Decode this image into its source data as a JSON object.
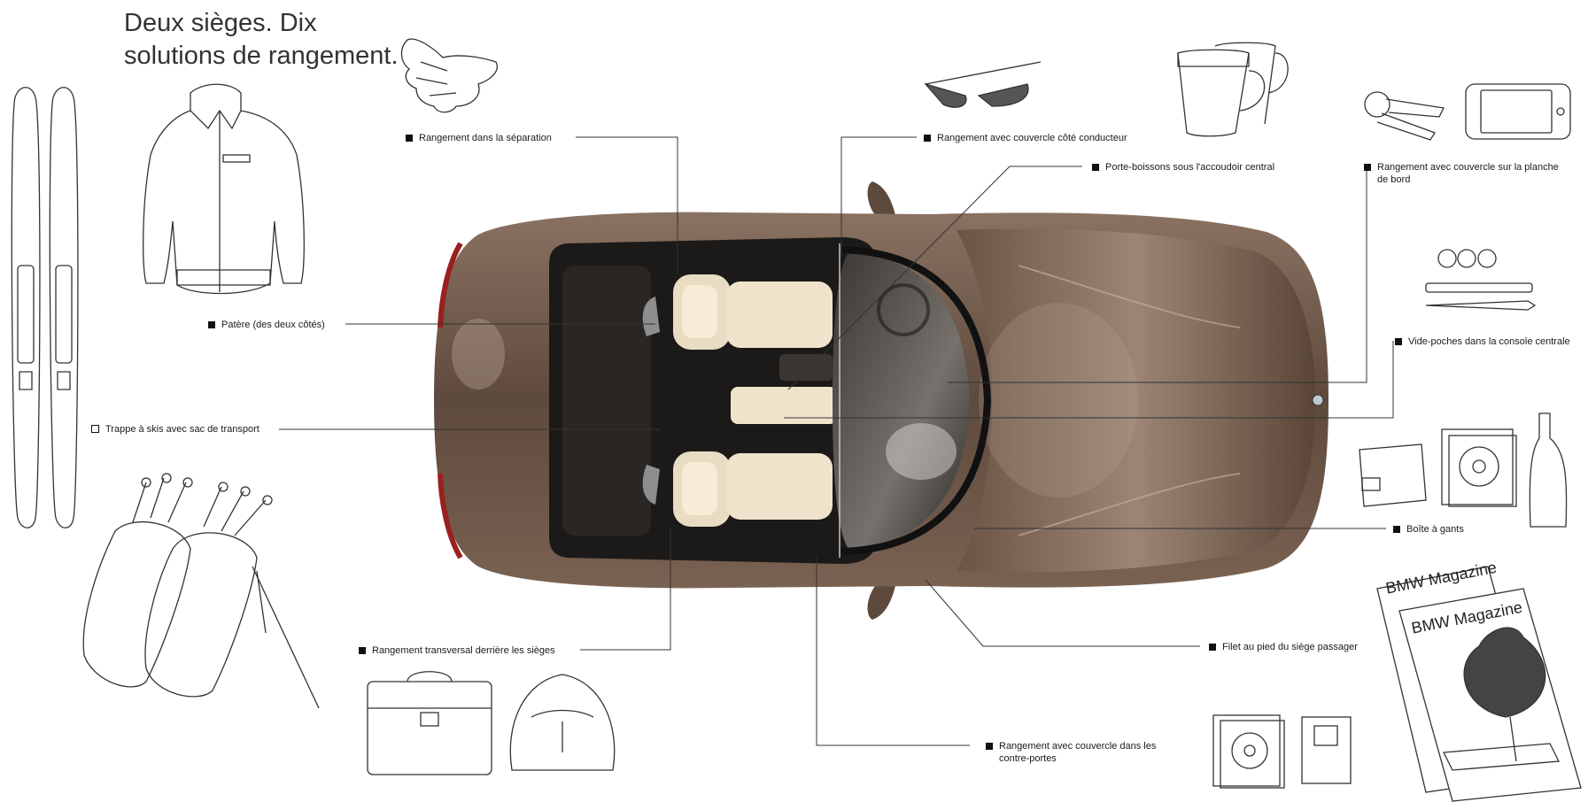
{
  "headline": {
    "line1": "Deux sièges. Dix",
    "line2": "solutions de rangement."
  },
  "labels": {
    "separation": "Rangement dans la séparation",
    "couvercle_conducteur": "Rangement avec couvercle côté conducteur",
    "porte_boissons": "Porte-boissons sous l'accoudoir central",
    "planche_bord_l1": "Rangement avec couvercle sur la planche",
    "planche_bord_l2": "de bord",
    "patere": "Patère (des deux côtés)",
    "vide_poches": "Vide-poches dans la console centrale",
    "trappe_skis": "Trappe à skis avec sac de transport",
    "boite_gants": "Boîte à gants",
    "transversal": "Rangement transversal derrière les sièges",
    "filet": "Filet au pied du siège passager",
    "contre_portes_l1": "Rangement avec couvercle dans les",
    "contre_portes_l2": "contre-portes"
  },
  "magazine": {
    "title_back": "BMW Magazine",
    "title_front": "BMW Magazine"
  },
  "colors": {
    "car_body": "#6b5444",
    "car_highlight": "#b8a494",
    "seat": "#efe3cc",
    "cabin": "#1c1a18",
    "line": "#333333"
  }
}
